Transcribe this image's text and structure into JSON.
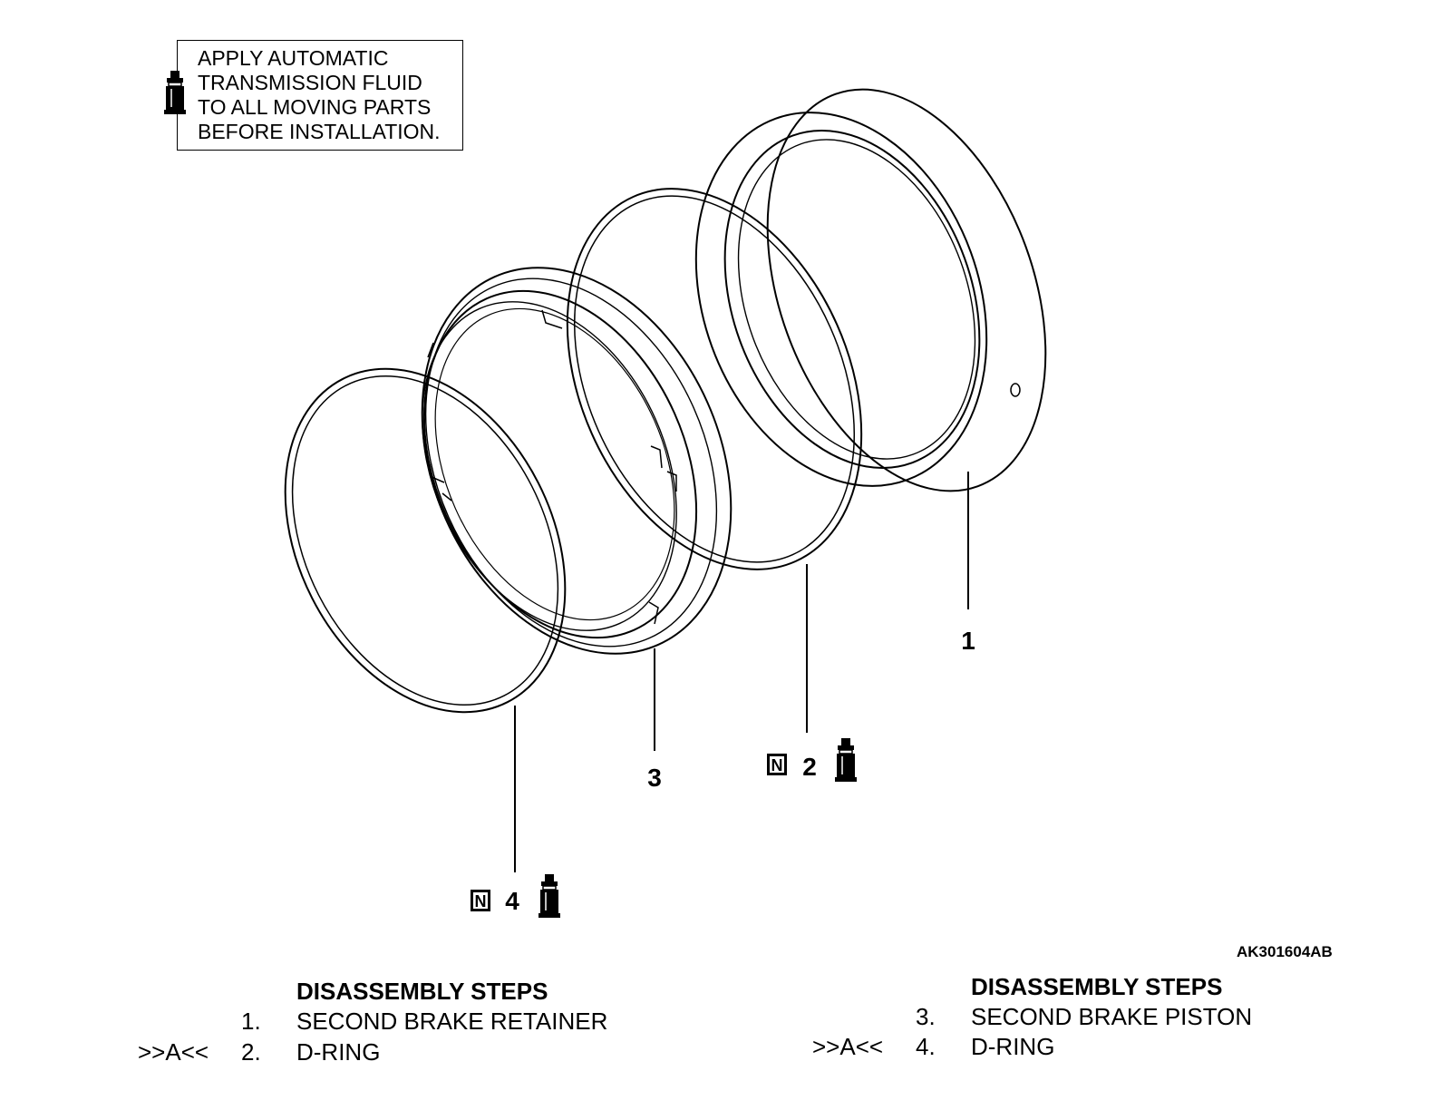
{
  "note": {
    "lines": [
      "APPLY AUTOMATIC",
      "TRANSMISSION FLUID",
      "TO ALL MOVING PARTS",
      "BEFORE INSTALLATION."
    ],
    "icon": "fluid-bottle-icon"
  },
  "callouts": {
    "c1": "1",
    "c2": "2",
    "c3": "3",
    "c4": "4",
    "new_part_symbol": "N"
  },
  "figure_id": "AK301604AB",
  "steps_left": {
    "title": "DISASSEMBLY STEPS",
    "items": [
      {
        "ref": "",
        "num": "1.",
        "label": "SECOND BRAKE RETAINER"
      },
      {
        "ref": ">>A<<",
        "num": "2.",
        "label": "D-RING"
      }
    ]
  },
  "steps_right": {
    "title": "DISASSEMBLY STEPS",
    "items": [
      {
        "ref": "",
        "num": "3.",
        "label": "SECOND BRAKE PISTON"
      },
      {
        "ref": ">>A<<",
        "num": "4.",
        "label": "D-RING"
      }
    ]
  }
}
